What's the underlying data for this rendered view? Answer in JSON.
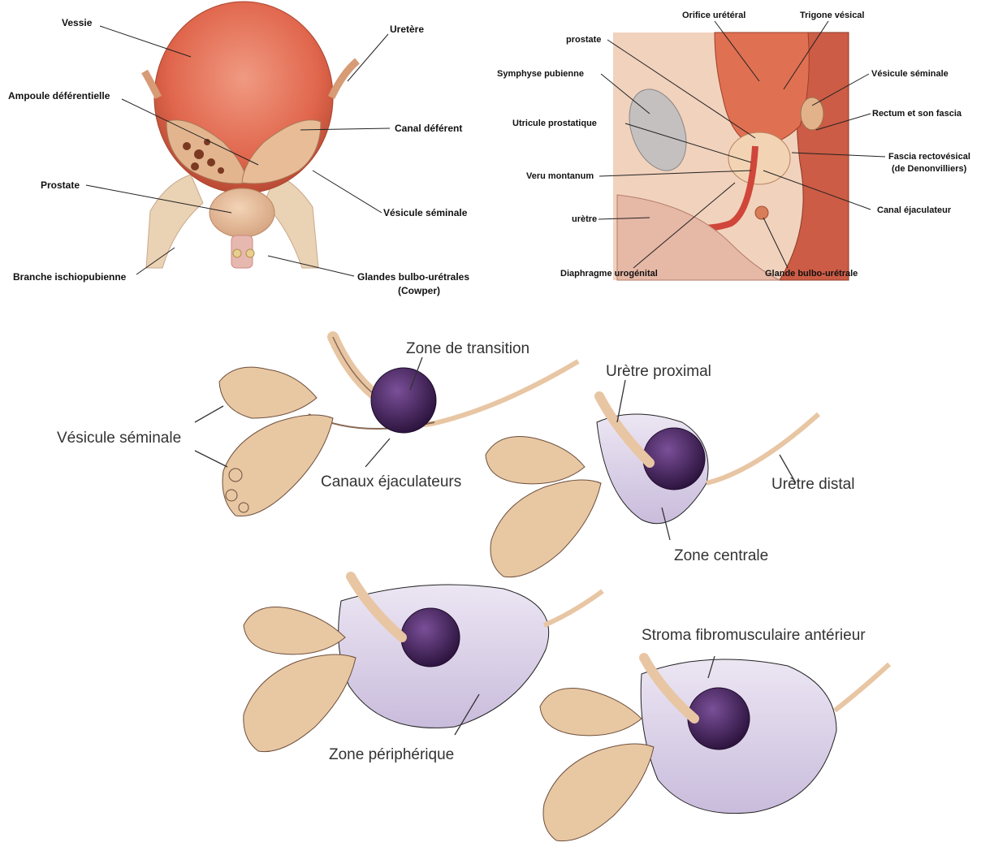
{
  "top_left": {
    "labels": {
      "vessie": "Vessie",
      "uretere": "Uretère",
      "ampoule": "Ampoule déférentielle",
      "canal_deferent": "Canal déférent",
      "prostate": "Prostate",
      "vesicule_seminale": "Vésicule séminale",
      "branche": "Branche ischiopubienne",
      "glandes_1": "Glandes bulbo-urétrales",
      "glandes_2": "(Cowper)"
    }
  },
  "top_right": {
    "labels": {
      "orifice": "Orifice urétéral",
      "trigone": "Trigone vésical",
      "prostate": "prostate",
      "symphyse": "Symphyse pubienne",
      "vesicule": "Vésicule séminale",
      "rectum": "Rectum et son fascia",
      "utricule": "Utricule prostatique",
      "fascia_1": "Fascia rectovésical",
      "fascia_2": "(de Denonvilliers)",
      "veru": "Veru montanum",
      "canal_ejac": "Canal éjaculateur",
      "uretre": "urètre",
      "diaphragme": "Diaphragme urogénital",
      "glande_bulbo": "Glande bulbo-urétrale"
    }
  },
  "zones": {
    "labels": {
      "transition": "Zone de transition",
      "uretre_proximal": "Urètre proximal",
      "vesicule": "Vésicule séminale",
      "canaux": "Canaux éjaculateurs",
      "uretre_distal": "Urètre distal",
      "centrale": "Zone centrale",
      "stroma": "Stroma fibromusculaire antérieur",
      "peripherique": "Zone périphérique"
    }
  },
  "colors": {
    "bladder": "#e4735a",
    "tissue": "#e9c4a4",
    "zone_transition": "#4b2a63",
    "zone_capsule": "#d9cfe8",
    "vesicle": "#e8c7a3"
  }
}
